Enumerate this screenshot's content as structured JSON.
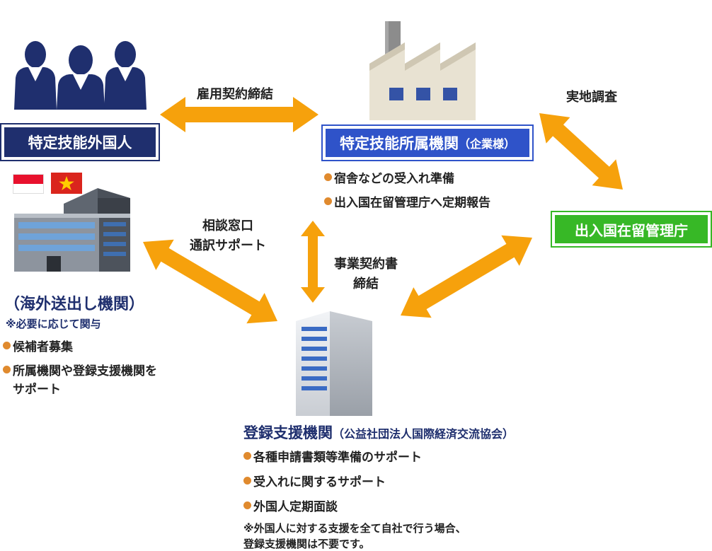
{
  "nodes": {
    "foreign_worker": {
      "label": "特定技能外国人",
      "color": "#1f2f6e"
    },
    "company": {
      "label_main": "特定技能所属機関",
      "label_sub": "（企業様）",
      "color": "#2f53c9",
      "bullets": [
        "宿舎などの受入れ準備",
        "出入国在留管理庁へ定期報告"
      ]
    },
    "immigration": {
      "label": "出入国在留管理庁",
      "color": "#37b826"
    },
    "overseas_agency": {
      "title": "（海外送出し機関）",
      "note": "※必要に応じて関与",
      "bullets": [
        "候補者募集",
        "所属機関や登録支援機関を",
        "サポート"
      ]
    },
    "support_org": {
      "title_main": "登録支援機関",
      "title_sub": "（公益社団法人国際経済交流協会）",
      "bullets": [
        "各種申請書類等準備のサポート",
        "受入れに関するサポート",
        "外国人定期面談"
      ],
      "note_lines": [
        "※外国人に対する支援を全て自社で行う場合、",
        "登録支援機関は不要です。"
      ]
    }
  },
  "edges": {
    "employment": {
      "label": "雇用契約締結"
    },
    "inspection": {
      "label": "実地調査"
    },
    "consultation": {
      "label_lines": [
        "相談窓口",
        "通訳サポート"
      ]
    },
    "business_contract": {
      "label_lines": [
        "事業契約書",
        "締結"
      ]
    }
  },
  "icons": {
    "people": "people-icon",
    "factory": "factory-icon",
    "office": "office-building-icon",
    "tower": "office-tower-icon",
    "flag_indonesia": "indonesia-flag-icon",
    "flag_vietnam": "vietnam-flag-icon"
  },
  "colors": {
    "arrow": "#f6a10c",
    "dot": "#e08a2e",
    "navy": "#1f2f6e"
  }
}
